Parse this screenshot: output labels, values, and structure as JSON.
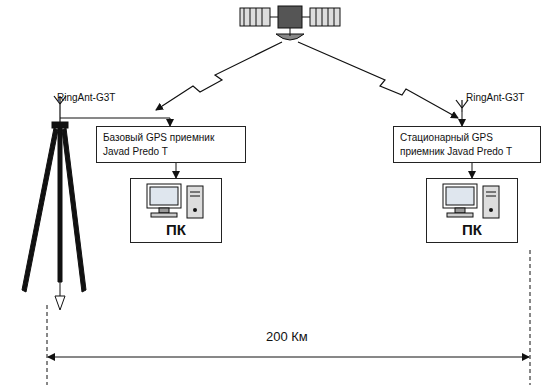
{
  "diagram": {
    "nodes": [
      {
        "text": [
          "Базовый GPS приемник Javad Predo T"
        ]
      },
      {
        "text": [
          "ПК"
        ]
      },
      {
        "text": [
          "Стационарный GPS приемник Javad Predo T"
        ]
      },
      {
        "text": [
          "ПК"
        ]
      }
    ],
    "edges": [
      {
        "from": 0,
        "to": 1,
        "arrow": "to"
      },
      {
        "from": 2,
        "to": 3,
        "arrow": "to"
      }
    ],
    "labels": [
      "RingAnt-G3T",
      "RingAnt-G3T",
      "200 Км"
    ]
  }
}
